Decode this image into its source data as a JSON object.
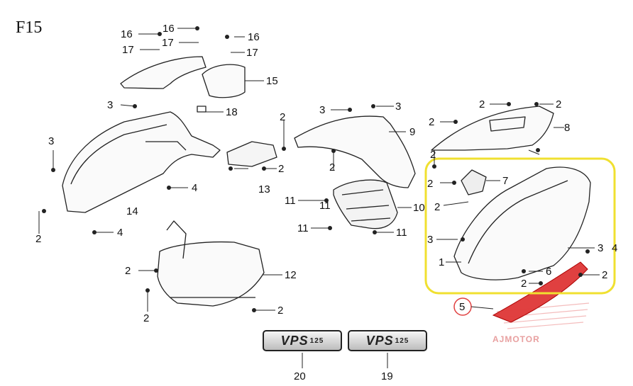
{
  "figure_id": "F15",
  "watermark": "AJMOTOR",
  "emblem_text": "VPS",
  "emblem_sub": "125",
  "highlight_color": "#f0e030",
  "accent_color": "#e04040",
  "callouts": [
    {
      "id": "c16a",
      "text": "16"
    },
    {
      "id": "c16b",
      "text": "16"
    },
    {
      "id": "c16c",
      "text": "16"
    },
    {
      "id": "c17a",
      "text": "17"
    },
    {
      "id": "c17b",
      "text": "17"
    },
    {
      "id": "c17c",
      "text": "17"
    },
    {
      "id": "c15",
      "text": "15"
    },
    {
      "id": "c18",
      "text": "18"
    },
    {
      "id": "c3a",
      "text": "3"
    },
    {
      "id": "c3b",
      "text": "3"
    },
    {
      "id": "c3c",
      "text": "3"
    },
    {
      "id": "c3d",
      "text": "3"
    },
    {
      "id": "c3e",
      "text": "3"
    },
    {
      "id": "c3f",
      "text": "3"
    },
    {
      "id": "c2a",
      "text": "2"
    },
    {
      "id": "c2b",
      "text": "2"
    },
    {
      "id": "c2c",
      "text": "2"
    },
    {
      "id": "c2d",
      "text": "2"
    },
    {
      "id": "c2e",
      "text": "2"
    },
    {
      "id": "c2f",
      "text": "2"
    },
    {
      "id": "c2g",
      "text": "2"
    },
    {
      "id": "c2h",
      "text": "2"
    },
    {
      "id": "c2i",
      "text": "2"
    },
    {
      "id": "c2j",
      "text": "2"
    },
    {
      "id": "c2k",
      "text": "2"
    },
    {
      "id": "c2l",
      "text": "2"
    },
    {
      "id": "c2m",
      "text": "2"
    },
    {
      "id": "c2n",
      "text": "2"
    },
    {
      "id": "c2o",
      "text": "2"
    },
    {
      "id": "c4a",
      "text": "4"
    },
    {
      "id": "c4b",
      "text": "4"
    },
    {
      "id": "c4c",
      "text": "4"
    },
    {
      "id": "c9",
      "text": "9"
    },
    {
      "id": "c8",
      "text": "8"
    },
    {
      "id": "c7",
      "text": "7"
    },
    {
      "id": "c6",
      "text": "6"
    },
    {
      "id": "c5",
      "text": "5"
    },
    {
      "id": "c1",
      "text": "1"
    },
    {
      "id": "c10",
      "text": "10"
    },
    {
      "id": "c11a",
      "text": "11"
    },
    {
      "id": "c11b",
      "text": "11"
    },
    {
      "id": "c11c",
      "text": "11"
    },
    {
      "id": "c11d",
      "text": "11"
    },
    {
      "id": "c12",
      "text": "12"
    },
    {
      "id": "c13",
      "text": "13"
    },
    {
      "id": "c14",
      "text": "14"
    },
    {
      "id": "c19",
      "text": "19"
    },
    {
      "id": "c20",
      "text": "20"
    }
  ]
}
